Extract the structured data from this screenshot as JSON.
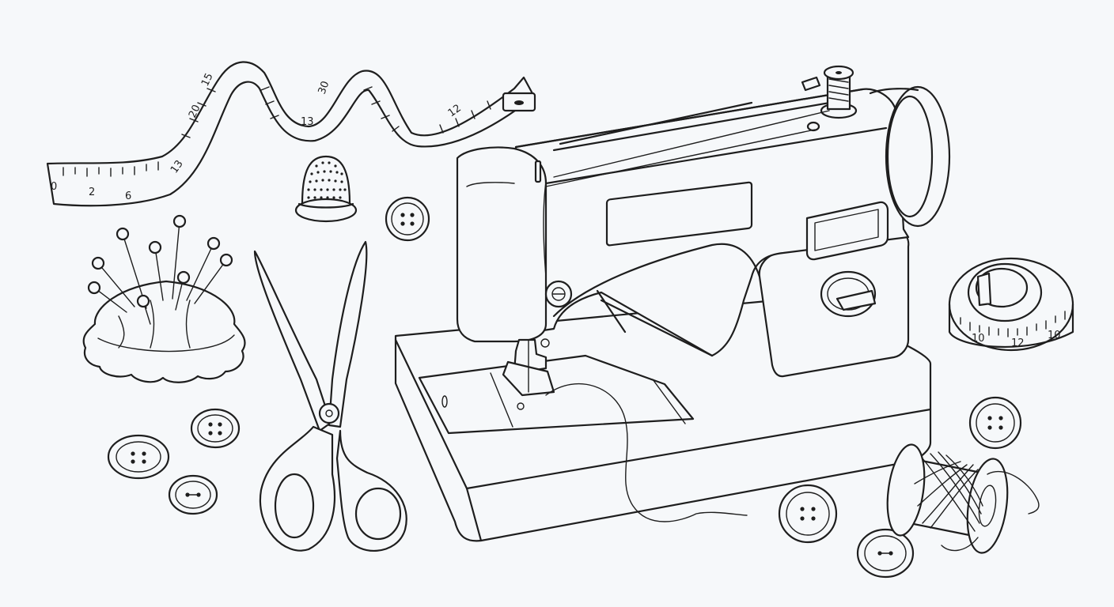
{
  "illustration": {
    "style": "line-art",
    "ink_color": "#1e1e1e",
    "background_color": "#f6f8fa",
    "items": [
      "tape-measure",
      "thimble",
      "pincushion",
      "scissors",
      "sewing-machine",
      "tape-measure-roll",
      "thread-spool",
      "buttons"
    ]
  },
  "tape_measure": {
    "numbers": [
      "2",
      "6",
      "13",
      "20",
      "15",
      "13",
      "30",
      "12",
      "0"
    ]
  },
  "tape_roll": {
    "numbers": [
      "10",
      "12",
      "10"
    ]
  }
}
